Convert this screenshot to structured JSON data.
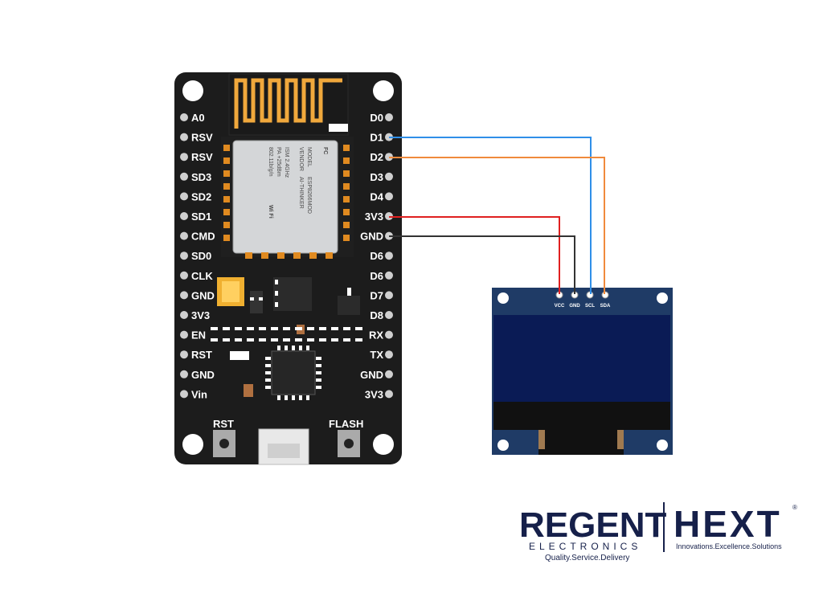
{
  "board": {
    "left_pins": [
      "A0",
      "RSV",
      "RSV",
      "SD3",
      "SD2",
      "SD1",
      "CMD",
      "SD0",
      "CLK",
      "GND",
      "3V3",
      "EN",
      "RST",
      "GND",
      "Vin"
    ],
    "right_pins": [
      "D0",
      "D1",
      "D2",
      "D3",
      "D4",
      "3V3",
      "GND",
      "D6",
      "D6",
      "D7",
      "D8",
      "RX",
      "TX",
      "GND",
      "3V3"
    ],
    "rst_label": "RST",
    "flash_label": "FLASH",
    "module": {
      "model": "MODEL",
      "vendor": "VENDOR",
      "chip": "ESP8266MOD",
      "maker": "AI-THINKER",
      "ism": "ISM 2.4GHz",
      "pa": "PA +25dBm",
      "std": "802.11b/g/n",
      "fc": "FC",
      "wifi": "Wi Fi"
    }
  },
  "oled": {
    "pins": [
      "VCC",
      "GND",
      "SCL",
      "SDA"
    ]
  },
  "wires": [
    {
      "from": "D1",
      "to": "SCL",
      "color": "#2f8fe8"
    },
    {
      "from": "D2",
      "to": "SDA",
      "color": "#f08a3c"
    },
    {
      "from": "3V3",
      "to": "VCC",
      "color": "#e02020"
    },
    {
      "from": "GND",
      "to": "GND",
      "color": "#333333"
    }
  ],
  "logo": {
    "brand": "REGENT",
    "sub": "ELECTRONICS",
    "tagline": "Quality.Service.Delivery",
    "brand2": "HEXT",
    "tagline2": "Innovations.Excellence.Solutions",
    "registered": "®"
  },
  "colors": {
    "board": "#1c1c1c",
    "shield": "#f0a83c",
    "oled_pcb": "#1f3b66",
    "oled_screen": "#0a1b55"
  }
}
